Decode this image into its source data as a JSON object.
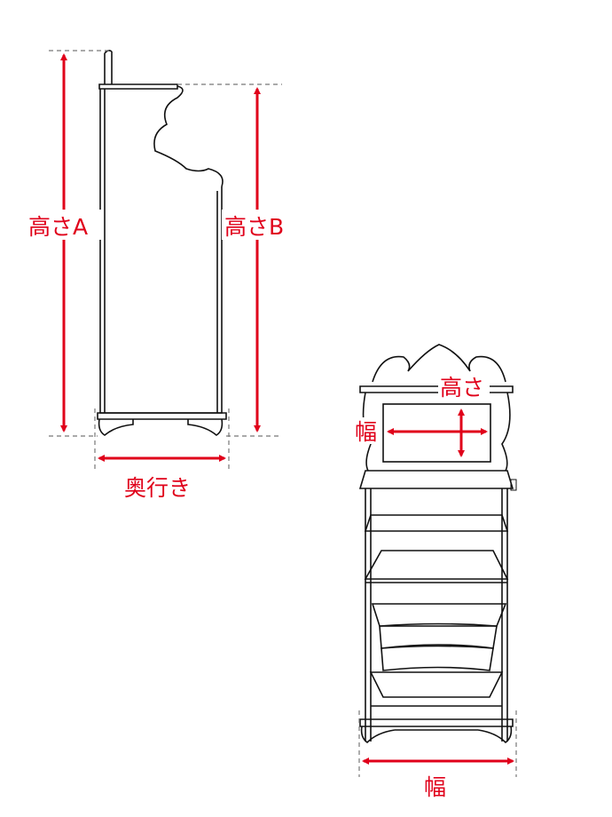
{
  "labels": {
    "height_a": "高さA",
    "height_b": "高さB",
    "depth": "奥行き",
    "panel_height": "高さ",
    "panel_width": "幅",
    "overall_width": "幅"
  },
  "colors": {
    "dimension": "#e0001a",
    "outline": "#111111",
    "guide": "#777777"
  }
}
